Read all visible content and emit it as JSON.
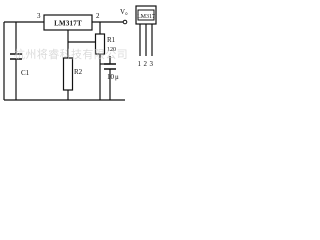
{
  "schematic": {
    "pin_input": "3",
    "pin_output": "2",
    "regulator_label": "LM317T",
    "resistor_r1": "R1",
    "resistor_r1_value": "120",
    "resistor_r2": "R2",
    "capacitor_c1": "C1",
    "capacitor_c2_value": "10",
    "capacitor_c2_unit": "μ",
    "output_label": "V。"
  },
  "package": {
    "label": "LM317",
    "pins": [
      "1",
      "2",
      "3"
    ]
  },
  "watermark": "杭州将睿科技有限公司"
}
